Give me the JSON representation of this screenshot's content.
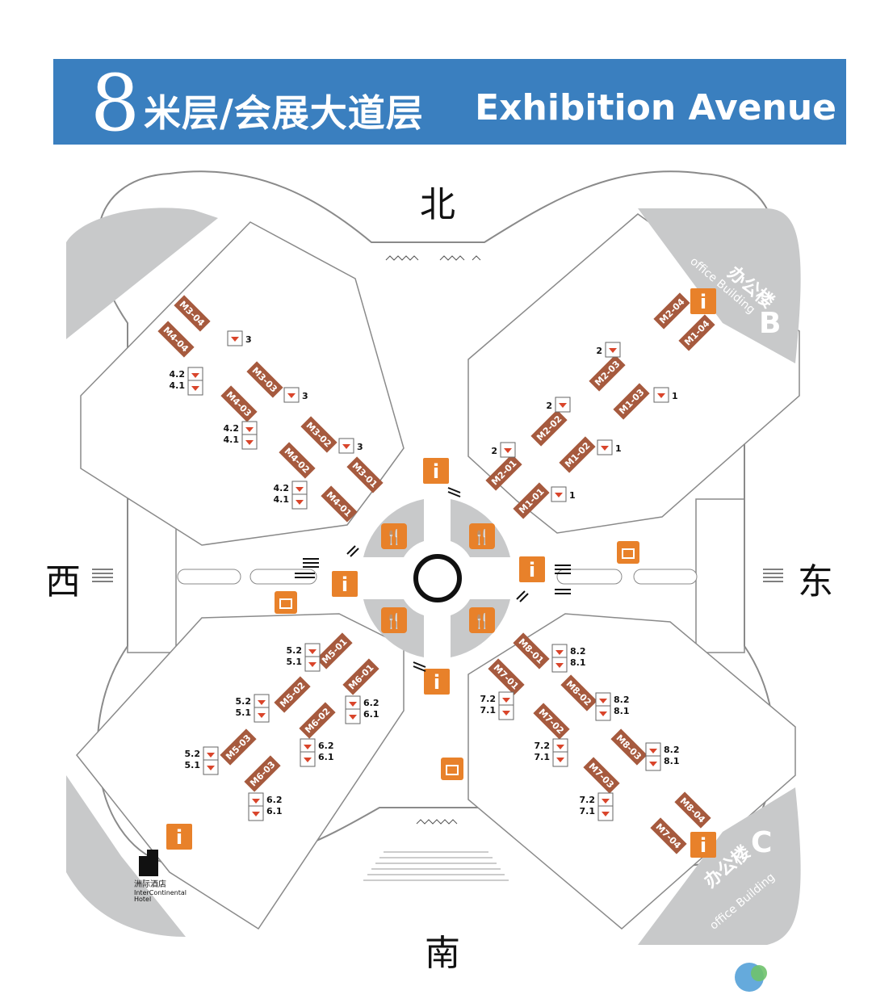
{
  "header": {
    "floor_number": "8",
    "floor_name_cn": "米层/会展大道层",
    "floor_name_en": "Exhibition Avenue",
    "banner_color": "#3a7fbf"
  },
  "directions": {
    "north": "北",
    "south": "南",
    "west": "西",
    "east": "东"
  },
  "offices": {
    "b": {
      "cn": "办公楼",
      "en": "office Building",
      "letter": "B"
    },
    "c": {
      "cn": "办公楼",
      "en": "office Building",
      "letter": "C"
    }
  },
  "hotel": {
    "cn": "洲际酒店",
    "en1": "InterContinental",
    "en2": "Hotel"
  },
  "halls": {
    "nw_upper": [
      "M3-04",
      "M3-03",
      "M3-02",
      "M3-01"
    ],
    "nw_lower": [
      "M4-04",
      "M4-03",
      "M4-02",
      "M4-01"
    ],
    "ne_upper": [
      "M2-04",
      "M2-03",
      "M2-02",
      "M2-01"
    ],
    "ne_lower": [
      "M1-04",
      "M1-03",
      "M1-02",
      "M1-01"
    ],
    "sw_upper": [
      "M5-01",
      "M5-02",
      "M5-03"
    ],
    "sw_lower": [
      "M6-01",
      "M6-02",
      "M6-03"
    ],
    "se_upper": [
      "M8-01",
      "M8-02",
      "M8-03",
      "M8-04"
    ],
    "se_lower": [
      "M7-01",
      "M7-02",
      "M7-03",
      "M7-04"
    ]
  },
  "elevator_labels": {
    "nw_m3": [
      "3",
      "3",
      "3"
    ],
    "nw_m4_top": [
      "4.2",
      "4.2",
      "4.2"
    ],
    "nw_m4_bottom": [
      "4.1",
      "4.1",
      "4.1"
    ],
    "ne_m2": [
      "2",
      "2",
      "2"
    ],
    "ne_m1": [
      "1",
      "1",
      "1"
    ],
    "sw_m5_top": [
      "5.2",
      "5.2",
      "5.2"
    ],
    "sw_m5_bottom": [
      "5.1",
      "5.1",
      "5.1"
    ],
    "sw_m6_top": [
      "6.2",
      "6.2",
      "6.2"
    ],
    "sw_m6_bottom": [
      "6.1",
      "6.1",
      "6.1"
    ],
    "se_m8_top": [
      "8.2",
      "8.2",
      "8.2"
    ],
    "se_m8_bottom": [
      "8.1",
      "8.1",
      "8.1"
    ],
    "se_m7_top": [
      "7.2",
      "7.2",
      "7.2"
    ],
    "se_m7_bottom": [
      "7.1",
      "7.1",
      "7.1"
    ]
  },
  "icons": {
    "info": "i",
    "info_icon": "info-icon",
    "restaurant_icon": "restaurant-icon",
    "shop_icon": "shop-icon",
    "elevator_icon": "elevator-icon",
    "escalator_icon": "escalator-icon",
    "hotel_icon": "hotel-building-icon"
  },
  "colors": {
    "orange": "#e8812a",
    "hall": "#a65a3e",
    "grey": "#c8c9ca",
    "outline": "#8a8a8a"
  }
}
